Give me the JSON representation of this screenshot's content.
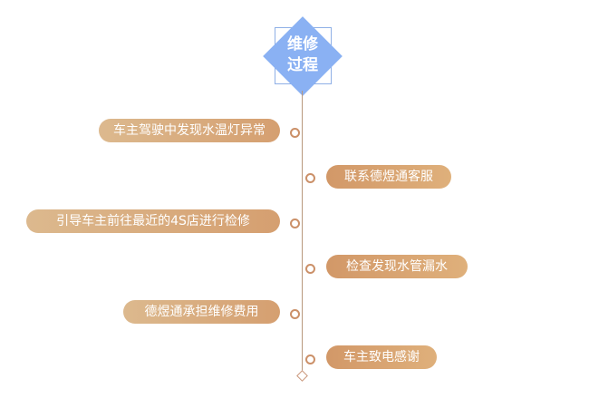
{
  "header": {
    "line1": "维修",
    "line2": "过程"
  },
  "steps": [
    {
      "side": "left",
      "label": "车主驾驶中发现水温灯异常"
    },
    {
      "side": "right",
      "label": "联系德煜通客服"
    },
    {
      "side": "left",
      "label": "引导车主前往最近的4S店进行检修"
    },
    {
      "side": "right",
      "label": "检查发现水管漏水"
    },
    {
      "side": "left",
      "label": "德煜通承担维修费用"
    },
    {
      "side": "right",
      "label": "车主致电感谢"
    }
  ],
  "colors": {
    "header_diamond": "#8ab1f3",
    "pill_left": "#d8aa7e",
    "pill_right": "#d9a471",
    "timeline": "#b8977d",
    "dot": "#cb9068"
  }
}
